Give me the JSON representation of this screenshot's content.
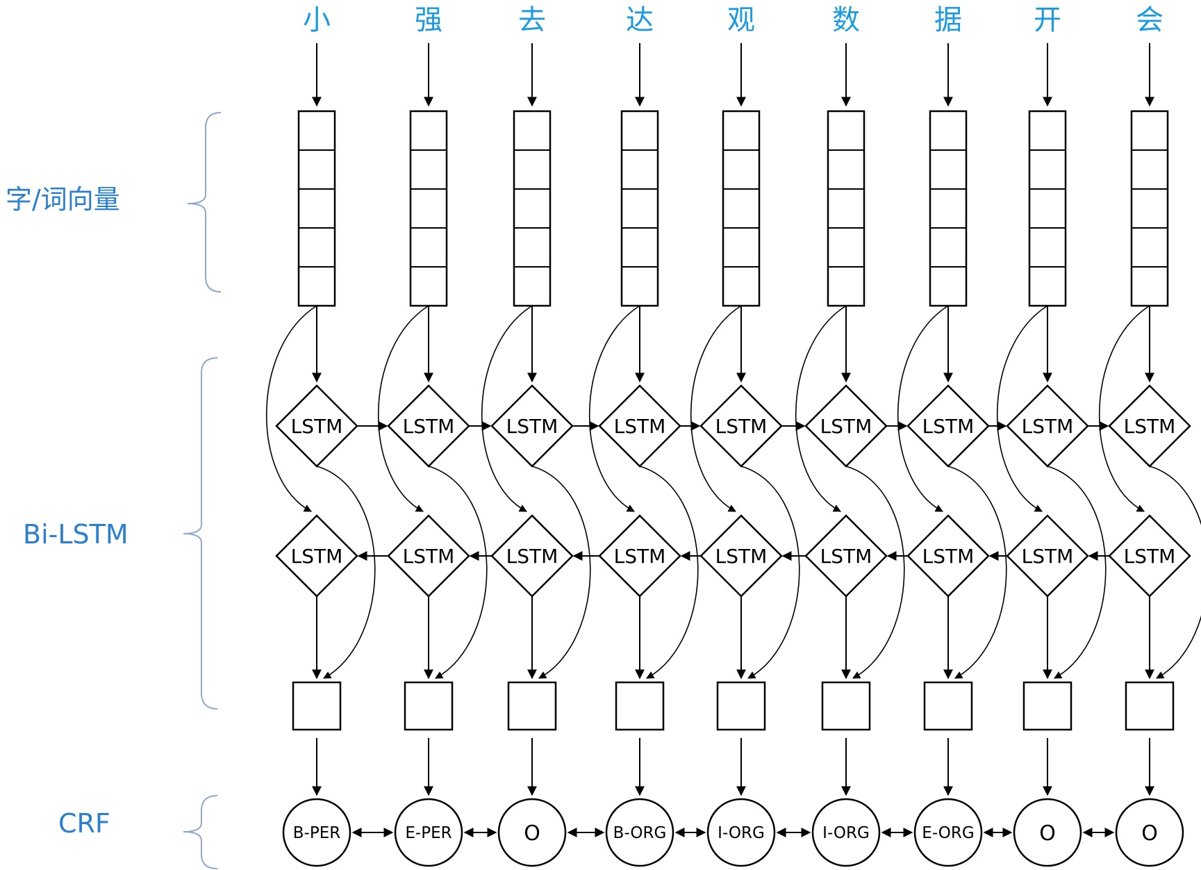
{
  "tokens": [
    "小",
    "强",
    "去",
    "达",
    "观",
    "数",
    "据",
    "开",
    "会"
  ],
  "tags": [
    "B-PER",
    "E-PER",
    "O",
    "B-ORG",
    "I-ORG",
    "I-ORG",
    "E-ORG",
    "O",
    "O"
  ],
  "layers": {
    "embedding": "字/词向量",
    "bilstm": "Bi-LSTM",
    "crf": "CRF"
  },
  "cell_label": "LSTM",
  "colors": {
    "accent": "#1a9be0",
    "layer_label": "#2a7fd0",
    "brace": "#8fa9cc",
    "stroke": "#000000"
  }
}
